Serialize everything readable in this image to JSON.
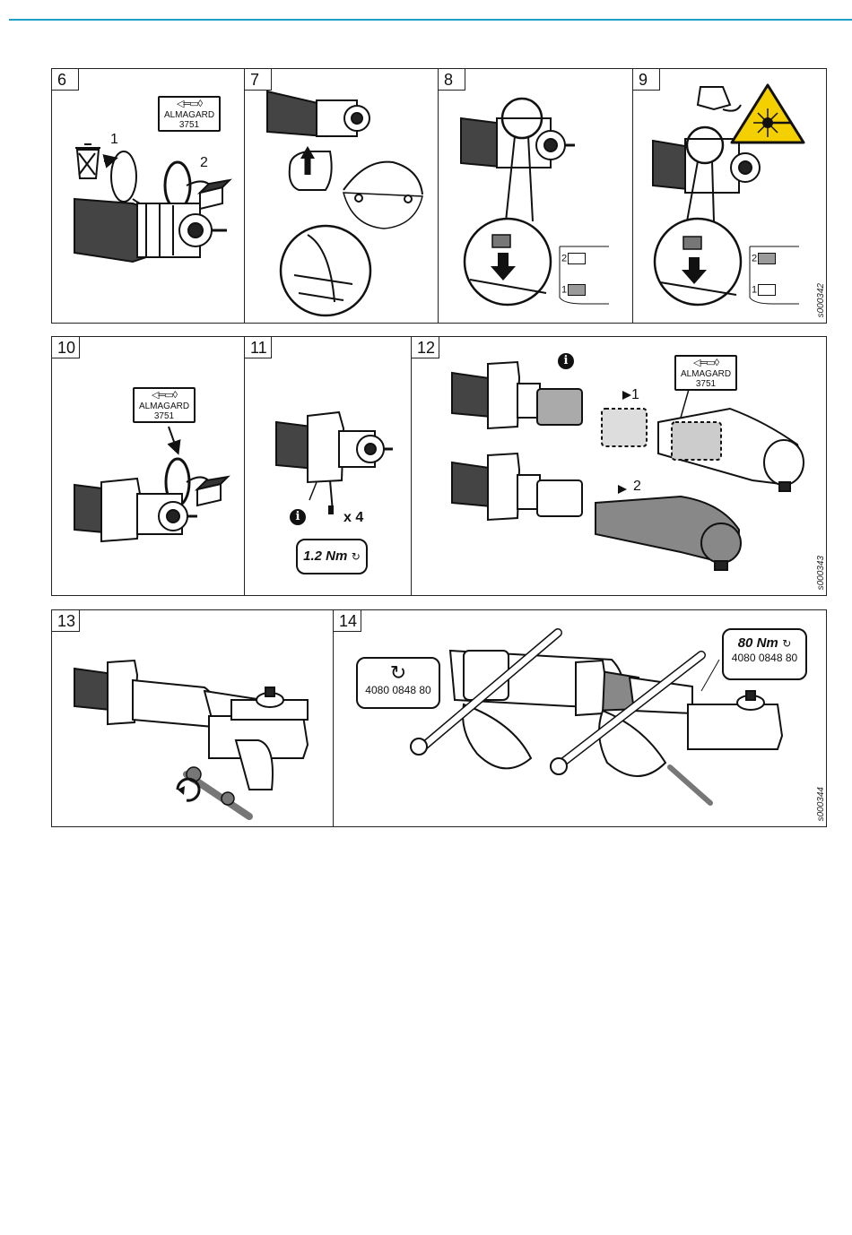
{
  "page": {
    "accent_color": "#1ba1c9"
  },
  "rows": [
    {
      "ref": "s000342"
    },
    {
      "ref": "s000343"
    },
    {
      "ref": "s000344"
    }
  ],
  "steps": [
    {
      "number": "6",
      "labels": [
        "1",
        "2"
      ],
      "grease_name": "ALMAGARD",
      "grease_code": "3751"
    },
    {
      "number": "7"
    },
    {
      "number": "8",
      "mode_labels": [
        "2",
        "1"
      ],
      "mode_selected": "1"
    },
    {
      "number": "9",
      "mode_labels": [
        "2",
        "1"
      ],
      "mode_selected": "2",
      "warning_icon": "laser-warning-icon"
    },
    {
      "number": "10",
      "grease_name": "ALMAGARD",
      "grease_code": "3751"
    },
    {
      "number": "11",
      "quantity": "x 4",
      "torque": "1.2 Nm",
      "info_icon": "i"
    },
    {
      "number": "12",
      "labels": [
        "1",
        "2"
      ],
      "grease_name": "ALMAGARD",
      "grease_code": "3751",
      "info_icon": "i"
    },
    {
      "number": "13"
    },
    {
      "number": "14",
      "torque": "80 Nm",
      "tool_part_number_left": "4080 0848 80",
      "tool_part_number_right": "4080 0848 80"
    }
  ]
}
